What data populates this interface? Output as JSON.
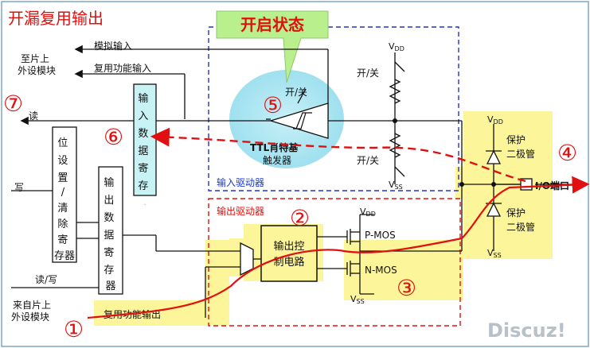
{
  "title": "开漏复用输出",
  "callout": "开启状态",
  "labels": {
    "to_periph_1": "至片上",
    "to_periph_2": "外设模块",
    "analog_input": "模拟输入",
    "alt_input": "复用功能输入",
    "read": "读",
    "write": "写",
    "read_write": "读/写",
    "from_periph_1": "来自片上",
    "from_periph_2": "外设模块",
    "alt_output": "复用功能输出",
    "input_driver": "输入驱动器",
    "output_driver": "输出驱动器",
    "on_off": "开/关",
    "schmitt_1": "TTL肖特基",
    "schmitt_2": "触发器",
    "pmos": "P-MOS",
    "nmos": "N-MOS",
    "protect": "保护",
    "diode": "二极管",
    "io_port": "I/O端口",
    "vdd": "V",
    "vss": "V",
    "vdd_sub": "DD",
    "vss_sub": "SS",
    "watermark": "Discuz!"
  },
  "blocks": {
    "input_data_reg": "输入数据寄存器",
    "bit_set_clear_reg": "位设置/清除寄存器",
    "output_data_reg": "输出数据寄存器",
    "output_control_1": "输出控",
    "output_control_2": "制电路"
  },
  "markers": [
    "①",
    "②",
    "③",
    "④",
    "⑤",
    "⑥",
    "⑦"
  ],
  "colors": {
    "highlight": "#fdf59a",
    "cyan_glow": "#a7e6f2",
    "box_cyan": "#c8f2f4",
    "red": "#e01010",
    "blue": "#2233cc",
    "callout": "#b9ef8d"
  }
}
